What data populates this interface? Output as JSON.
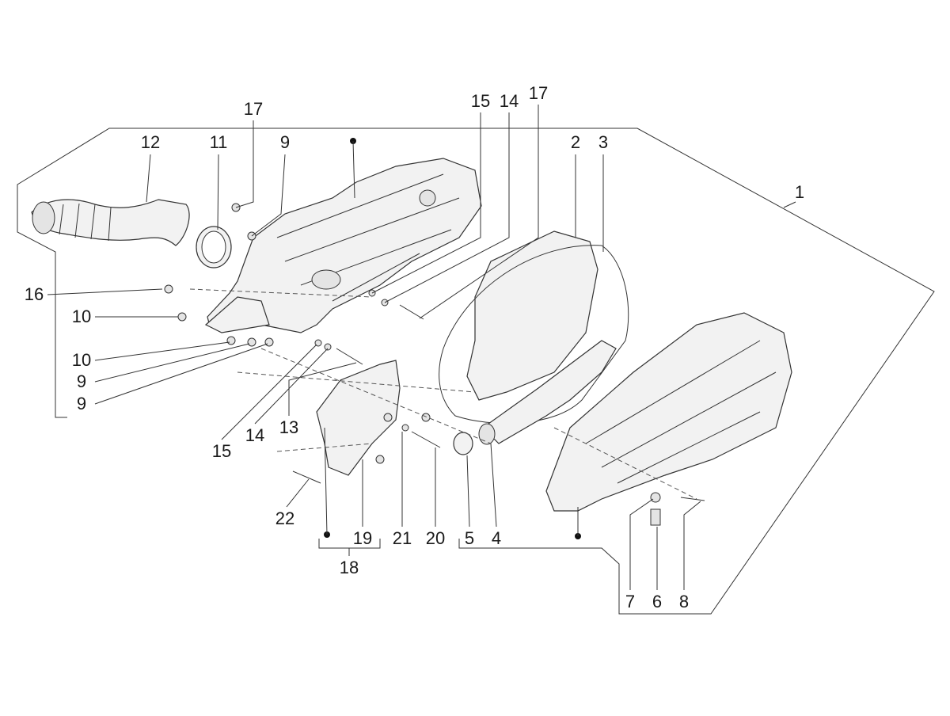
{
  "callouts": [
    {
      "id": "c12",
      "text": "12"
    },
    {
      "id": "c11",
      "text": "11"
    },
    {
      "id": "c17a",
      "text": "17"
    },
    {
      "id": "c9a",
      "text": "9"
    },
    {
      "id": "c15a",
      "text": "15"
    },
    {
      "id": "c14a",
      "text": "14"
    },
    {
      "id": "c17b",
      "text": "17"
    },
    {
      "id": "c2",
      "text": "2"
    },
    {
      "id": "c3",
      "text": "3"
    },
    {
      "id": "c1",
      "text": "1"
    },
    {
      "id": "c16",
      "text": "16"
    },
    {
      "id": "c10a",
      "text": "10"
    },
    {
      "id": "c10b",
      "text": "10"
    },
    {
      "id": "c9b",
      "text": "9"
    },
    {
      "id": "c9c",
      "text": "9"
    },
    {
      "id": "c15b",
      "text": "15"
    },
    {
      "id": "c14b",
      "text": "14"
    },
    {
      "id": "c13",
      "text": "13"
    },
    {
      "id": "c22",
      "text": "22"
    },
    {
      "id": "c19",
      "text": "19"
    },
    {
      "id": "c21",
      "text": "21"
    },
    {
      "id": "c20",
      "text": "20"
    },
    {
      "id": "c5",
      "text": "5"
    },
    {
      "id": "c4",
      "text": "4"
    },
    {
      "id": "c18",
      "text": "18"
    },
    {
      "id": "c7",
      "text": "7"
    },
    {
      "id": "c6",
      "text": "6"
    },
    {
      "id": "c8",
      "text": "8"
    }
  ]
}
